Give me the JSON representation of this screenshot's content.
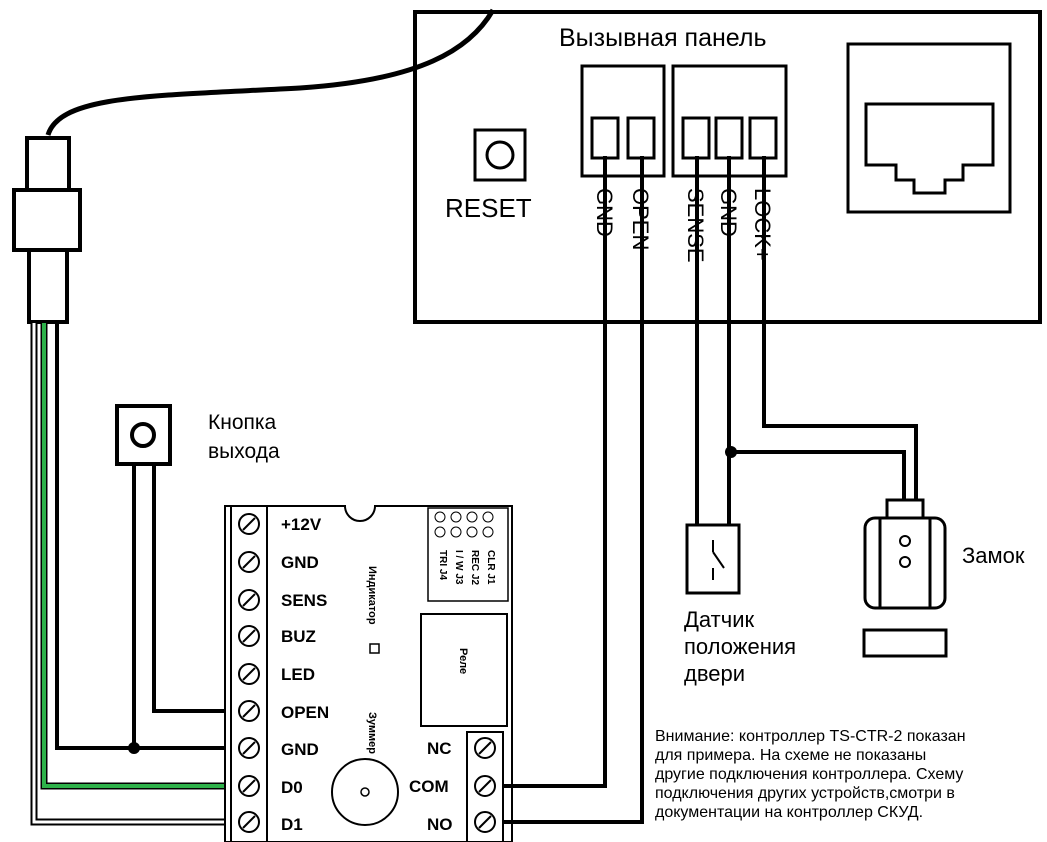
{
  "panel": {
    "title": "Вызывная панель",
    "reset_label": "RESET",
    "terminals": [
      "GND",
      "OPEN",
      "SENSE",
      "GND",
      "LOCK+"
    ]
  },
  "exit_button": {
    "label_line1": "Кнопка",
    "label_line2": "выхода"
  },
  "lock": {
    "label": "Замок"
  },
  "door_sensor": {
    "line1": "Датчик",
    "line2": "положения",
    "line3": "двери"
  },
  "controller": {
    "left_terminals": [
      "+12V",
      "GND",
      "SENS",
      "BUZ",
      "LED",
      "OPEN",
      "GND",
      "D0",
      "D1"
    ],
    "right_terminals": [
      "NC",
      "COM",
      "NO"
    ],
    "indicator_label": "Индикатор",
    "buzzer_label": "Зуммер",
    "relay_label": "Реле",
    "jumpers": [
      "CLR J1",
      "REC J2",
      "I / W J3",
      "TRI J4"
    ]
  },
  "note": {
    "lines": [
      "Внимание: контроллер TS-CTR-2 показан",
      "для примера. На схеме не показаны",
      "другие подключения контроллера. Схему",
      "подключения других устройств,смотри в",
      "документации на контроллер СКУД."
    ]
  }
}
